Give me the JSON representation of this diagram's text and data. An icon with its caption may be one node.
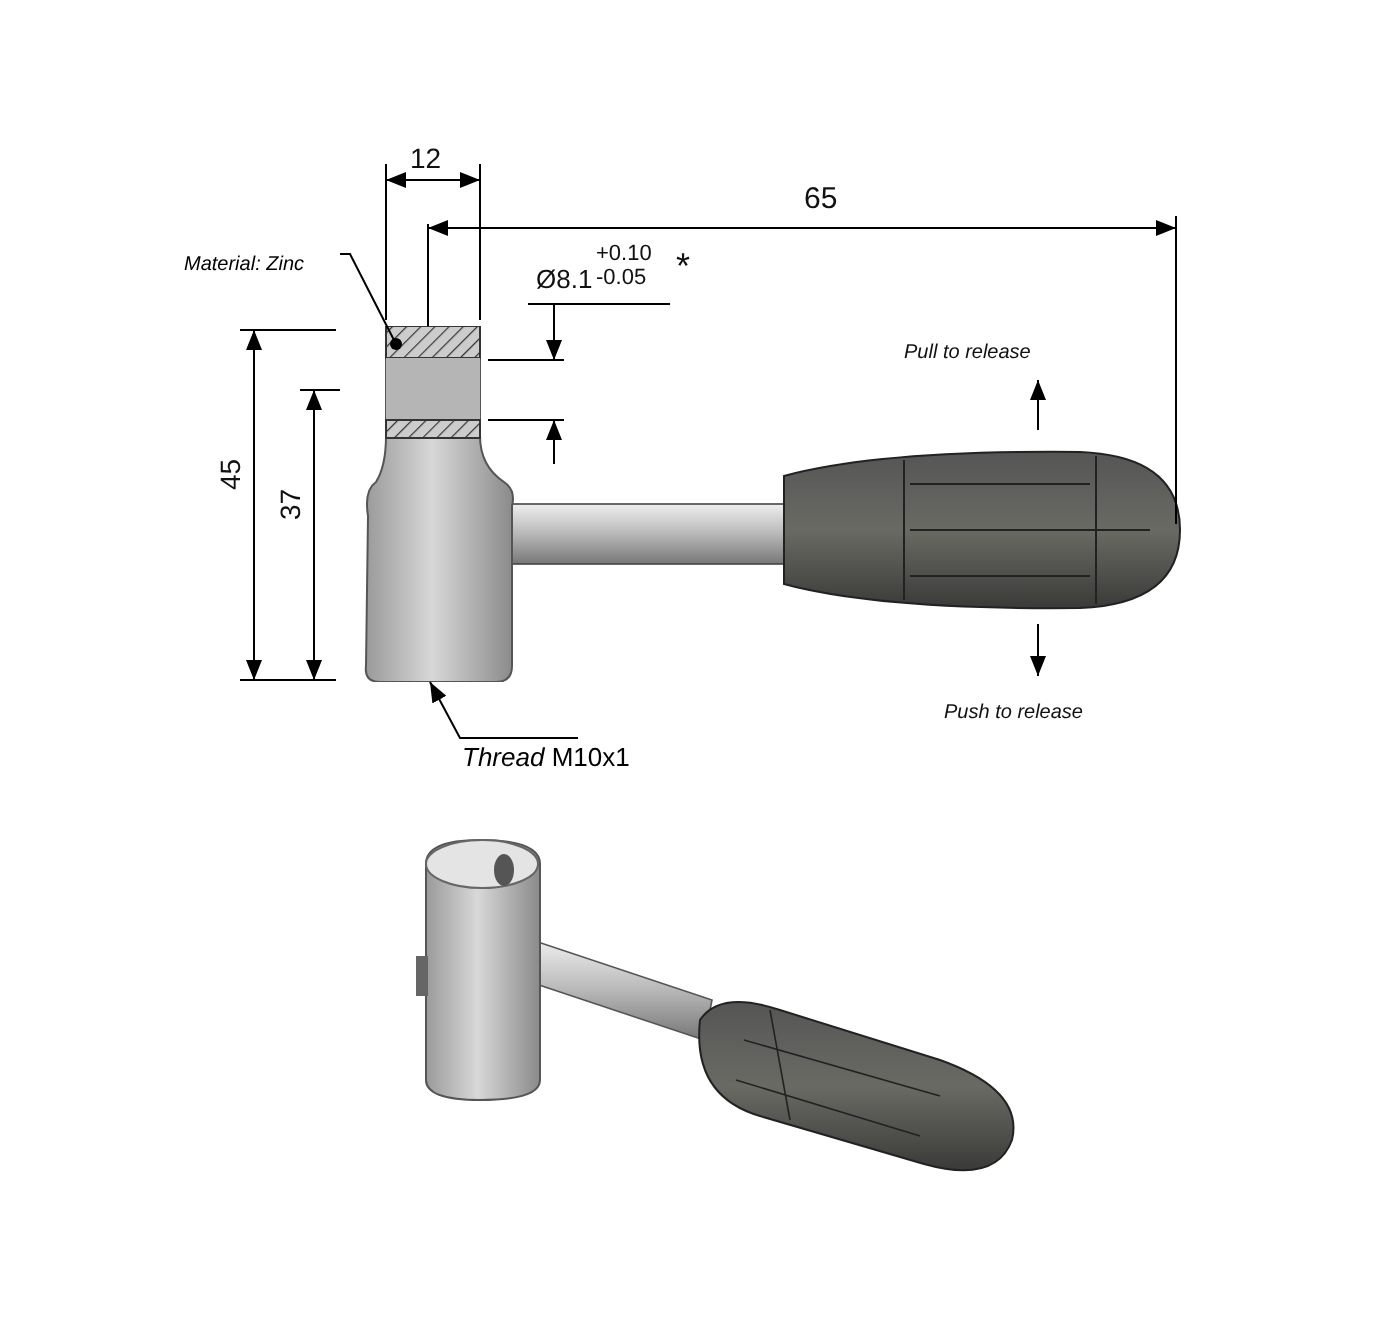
{
  "diagram": {
    "nodes": [
      {
        "text": [
          "Material: Zinc"
        ]
      },
      {
        "text": [],
        "shape": "picture"
      },
      {
        "text": [
          "*Thread* M10x1"
        ]
      }
    ],
    "edges": [
      {
        "from": 0,
        "to": 1,
        "arrow": "other"
      },
      {
        "from": 2,
        "to": 1,
        "arrow": "to"
      }
    ],
    "labels": [
      "12",
      "65",
      "+0.10",
      "Ø8.1",
      "-0.05",
      "*",
      "Pull to release",
      "45",
      "37",
      "Push to release"
    ]
  }
}
